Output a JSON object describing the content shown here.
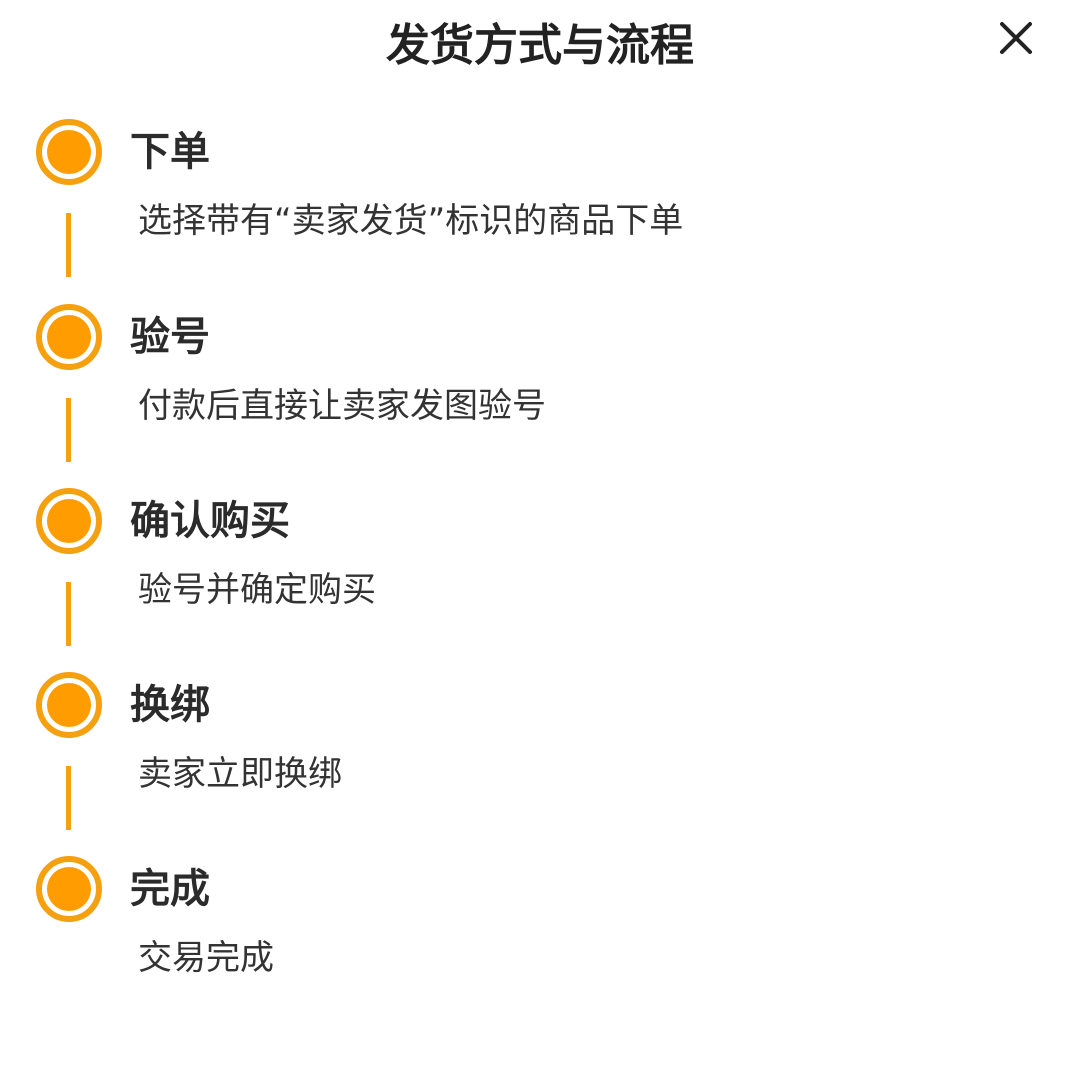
{
  "header": {
    "title": "发货方式与流程",
    "close_icon": "close-icon"
  },
  "accent_color": "#fe9c02",
  "steps": [
    {
      "title": "下单",
      "description": "选择带有“卖家发货”标识的商品下单"
    },
    {
      "title": "验号",
      "description": "付款后直接让卖家发图验号"
    },
    {
      "title": "确认购买",
      "description": "验号并确定购买"
    },
    {
      "title": "换绑",
      "description": "卖家立即换绑"
    },
    {
      "title": "完成",
      "description": "交易完成"
    }
  ]
}
